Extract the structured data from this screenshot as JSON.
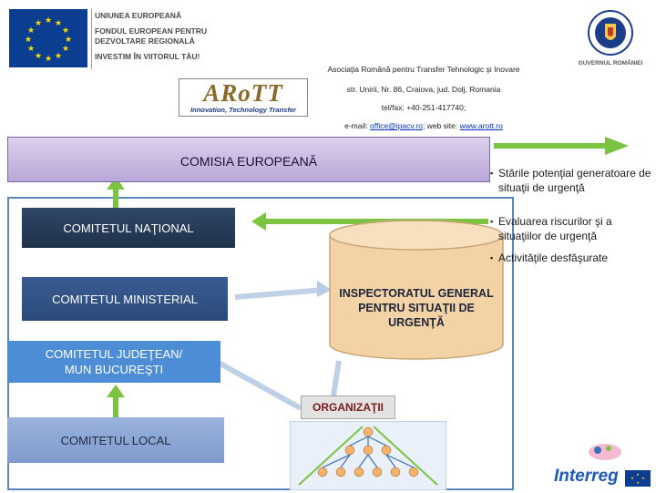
{
  "header": {
    "eu_lines": [
      "UNIUNEA EUROPEANĂ",
      "FONDUL EUROPEAN PENTRU",
      "DEZVOLTARE REGIONALĂ",
      "INVESTIM ÎN VIITORUL TĂU!"
    ],
    "association": "Asociaţia Română pentru Transfer Tehnologic şi Inovare",
    "address": "str. Unirii, Nr. 86, Craiova, jud. Dolj, Romania",
    "phone": "tel/fax: +40-251-417740;",
    "email_label": "e-mail:",
    "email": "office@ipacv.ro",
    "web_label": "; web site:",
    "website": "www.arott.ro",
    "arott_logo_text": "ARoTT",
    "arott_tagline": "Innovation, Technology Transfer",
    "gov_text": "GUVERNUL ROMÂNIEI"
  },
  "diagram": {
    "comisia": "COMISIA EUROPEANĂ",
    "national": "COMITETUL NAŢIONAL",
    "ministerial": "COMITETUL MINISTERIAL",
    "judetean_line1": "COMITETUL JUDEŢEAN/",
    "judetean_line2": "MUN BUCUREŞTI",
    "local": "COMITETUL LOCAL",
    "isu_line1": "INSPECTORATUL GENERAL",
    "isu_line2": "PENTRU SITUAŢII DE",
    "isu_line3": "URGENŢĂ",
    "organizatii": "ORGANIZAŢII"
  },
  "bullets": [
    "Stările potenţial generatoare de situaţii de urgenţă",
    "Evaluarea riscurilor şi a situaţiilor de urgenţă",
    "Activităţile desfăşurate"
  ],
  "footer": {
    "interreg": "Interreg"
  },
  "colors": {
    "eu_blue": "#0b3d91",
    "eu_star": "#ffdd00",
    "arrow_green": "#7cc342",
    "frame_blue": "#5b86b8",
    "cylinder": "#f3d3a6"
  }
}
